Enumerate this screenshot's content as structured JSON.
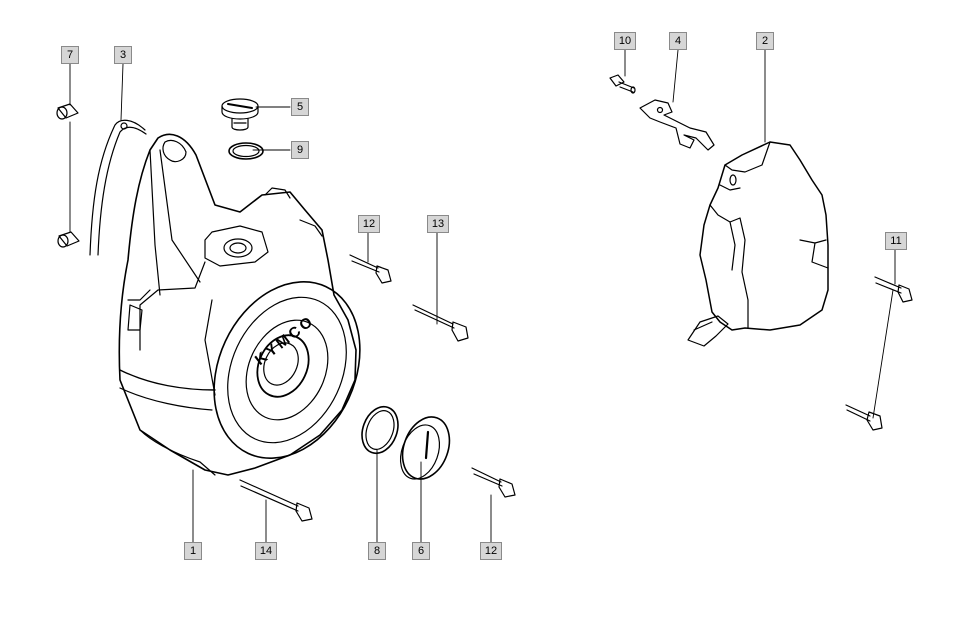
{
  "diagram": {
    "brand_text": "KYMCO",
    "callouts": {
      "c1": "1",
      "c2": "2",
      "c3": "3",
      "c4": "4",
      "c5": "5",
      "c6": "6",
      "c7": "7",
      "c8": "8",
      "c9": "9",
      "c10": "10",
      "c11": "11",
      "c12a": "12",
      "c12b": "12",
      "c13": "13",
      "c14": "14"
    }
  }
}
